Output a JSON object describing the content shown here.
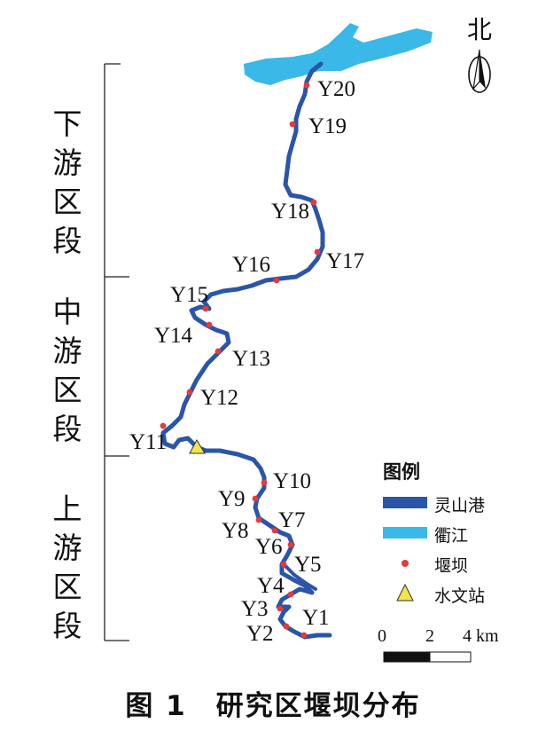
{
  "north": {
    "label": "北",
    "icon": "north-arrow-icon"
  },
  "segments": [
    {
      "label_chars": [
        "下",
        "游",
        "区",
        "段"
      ]
    },
    {
      "label_chars": [
        "中",
        "游",
        "区",
        "段"
      ]
    },
    {
      "label_chars": [
        "上",
        "游",
        "区",
        "段"
      ]
    }
  ],
  "dams": [
    "Y1",
    "Y2",
    "Y3",
    "Y4",
    "Y5",
    "Y6",
    "Y7",
    "Y8",
    "Y9",
    "Y10",
    "Y11",
    "Y12",
    "Y13",
    "Y14",
    "Y15",
    "Y16",
    "Y17",
    "Y18",
    "Y19",
    "Y20"
  ],
  "legend": {
    "title": "图例",
    "items": [
      {
        "label": "灵山港",
        "symbol": "river-line",
        "color": "#2a55a8"
      },
      {
        "label": "衢江",
        "symbol": "water-area",
        "color": "#3ab8e8"
      },
      {
        "label": "堰坝",
        "symbol": "dam-dot",
        "color": "#e23b3b"
      },
      {
        "label": "水文站",
        "symbol": "station-triangle",
        "color": "#f2e64a"
      }
    ]
  },
  "scale_bar": {
    "ticks": [
      "0",
      "2",
      "4 km"
    ]
  },
  "caption": "图 1　研究区堰坝分布",
  "colors": {
    "river": "#2a55a8",
    "qujiang": "#3ab8e8",
    "dam": "#e23b3b",
    "station": "#f2e64a"
  }
}
